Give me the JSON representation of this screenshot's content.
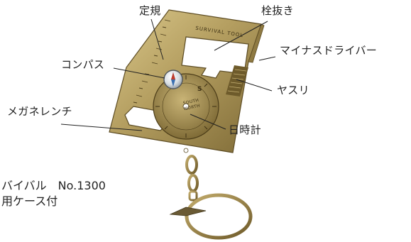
{
  "labels": {
    "ruler": "定規",
    "bottle_opener": "栓抜き",
    "screwdriver": "マイナスドライバー",
    "compass": "コンパス",
    "file": "ヤスリ",
    "spanner": "メガネレンチ",
    "sundial": "日時計"
  },
  "caption": {
    "line1": "バイバル　No.1300",
    "line2": "用ケース付"
  },
  "engraving": {
    "brand": "SURVIVAL TOOL",
    "dial_text": "SOUTH NORTH",
    "compass_s": "S"
  },
  "colors": {
    "brass_light": "#d2bf7e",
    "brass_mid": "#a89154",
    "brass_dark": "#6d5a2c",
    "text": "#222222"
  }
}
